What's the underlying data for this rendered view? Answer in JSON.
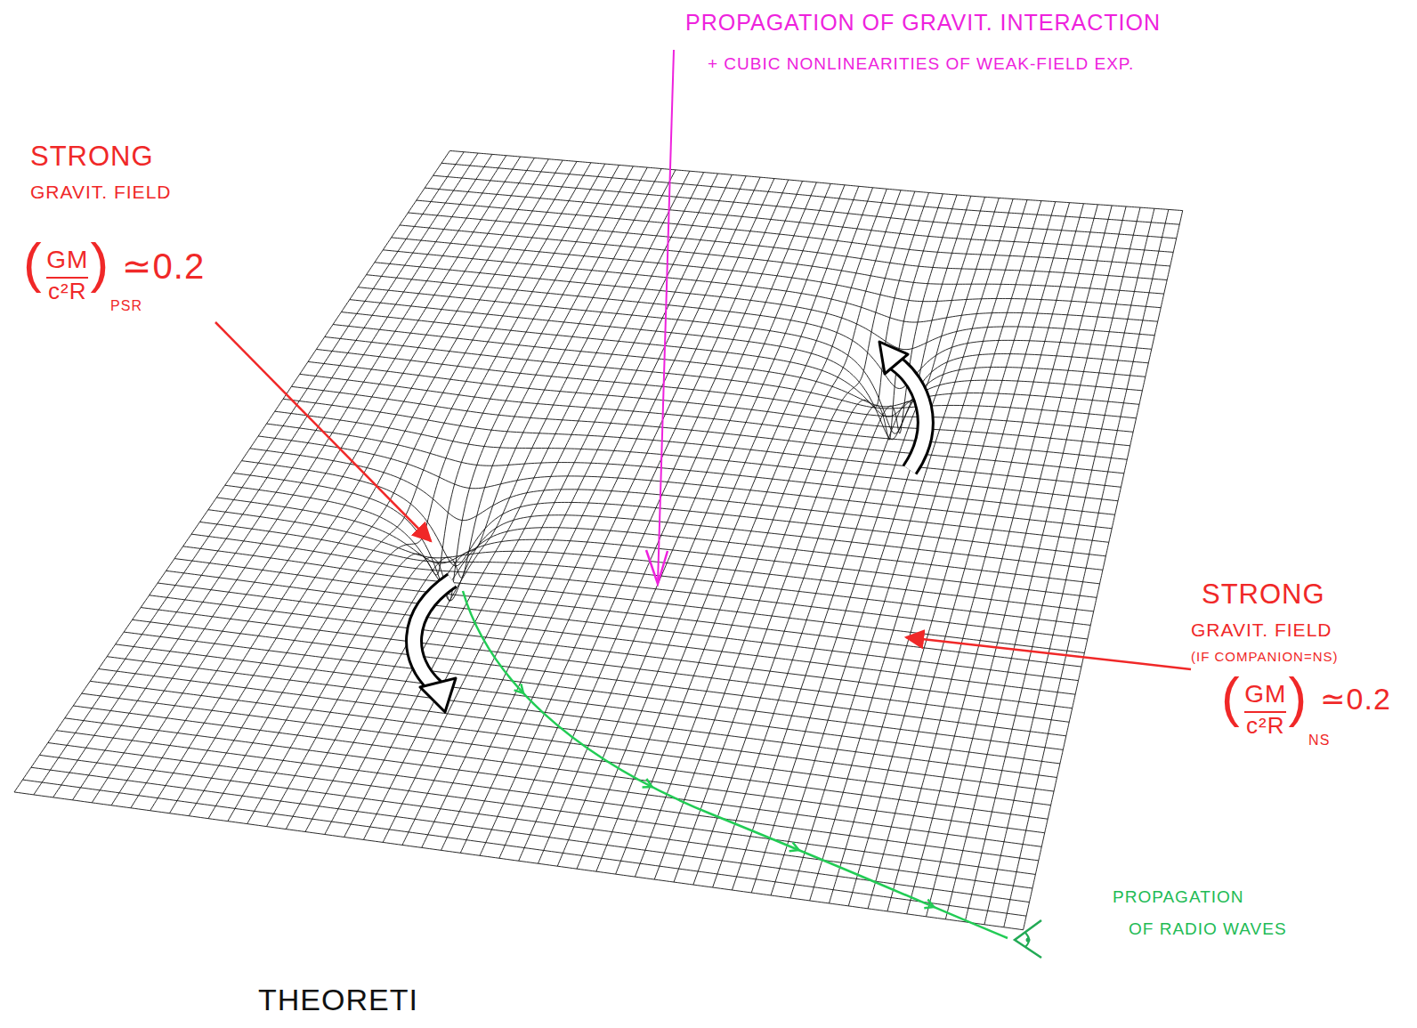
{
  "diagram": {
    "labels": [
      "PROPAGATION OF GRAVIT. INTERACTION",
      "+ CUBIC NONLINEARITIES OF WEAK-FIELD EXP.",
      "STRONG",
      "GRAVIT. FIELD",
      "(",
      "GM",
      "c²R",
      ")",
      "PSR",
      "≃0.2",
      "STRONG",
      "GRAVIT. FIELD",
      "(IF COMPANION=NS)",
      "(",
      "GM",
      "c²R",
      ")",
      "NS",
      "≃0.2",
      "PROPAGATION",
      "OF RADIO WAVES",
      "THEORETI"
    ]
  }
}
